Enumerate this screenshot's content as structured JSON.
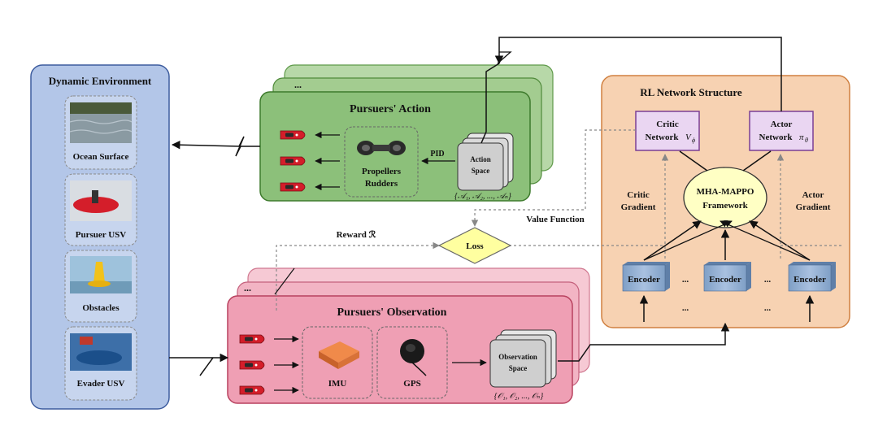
{
  "environment": {
    "title": "Dynamic Environment",
    "items": [
      "Ocean Surface",
      "Pursuer USV",
      "Obstacles",
      "Evader USV"
    ]
  },
  "action": {
    "ellipsis": "...",
    "title": "Pursuers' Action",
    "actuator_line1": "Propellers",
    "actuator_line2": "Rudders",
    "pid": "PID",
    "space_line1": "Action",
    "space_line2": "Space",
    "set_label": "{𝒜₁, 𝒜₂, ..., 𝒜ₙ}"
  },
  "observation": {
    "ellipsis": "...",
    "title": "Pursuers' Observation",
    "imu": "IMU",
    "gps": "GPS",
    "space_line1": "Observation",
    "space_line2": "Space",
    "set_label": "{𝒪₁, 𝒪₂, ..., 𝒪ₙ}"
  },
  "middle": {
    "reward": "Reward ℛ",
    "loss": "Loss",
    "value_function": "Value Function"
  },
  "rl": {
    "title": "RL Network Structure",
    "critic_line1": "Critic",
    "critic_line2": "Network",
    "critic_sub": "V",
    "critic_sub_idx": "ϕ",
    "actor_line1": "Actor",
    "actor_line2": "Network",
    "actor_sub": "π",
    "actor_sub_idx": "θ",
    "framework_line1": "MHA-MAPPO",
    "framework_line2": "Framework",
    "critic_gradient_line1": "Critic",
    "critic_gradient_line2": "Gradient",
    "actor_gradient_line1": "Actor",
    "actor_gradient_line2": "Gradient",
    "encoder": "Encoder",
    "dots": "..."
  },
  "colors": {
    "env_fill": "#b3c6e8",
    "env_stroke": "#3d5c9e",
    "action_fill": "#8cc07a",
    "action_stroke": "#3d7a2c",
    "obs_fill": "#ef9fb4",
    "obs_stroke": "#b8415e",
    "rl_fill": "#f7d2b2",
    "rl_stroke": "#d08040",
    "net_fill": "#ead6f2",
    "net_stroke": "#7a3f94",
    "mha_fill": "#ffffc4",
    "encoder_fill": "#8aa8cc"
  },
  "icons": [
    "usv-boat-icon",
    "propeller-icon",
    "imu-sensor-icon",
    "gps-receiver-icon",
    "water-photo",
    "buoy-photo",
    "kayak-photo"
  ]
}
